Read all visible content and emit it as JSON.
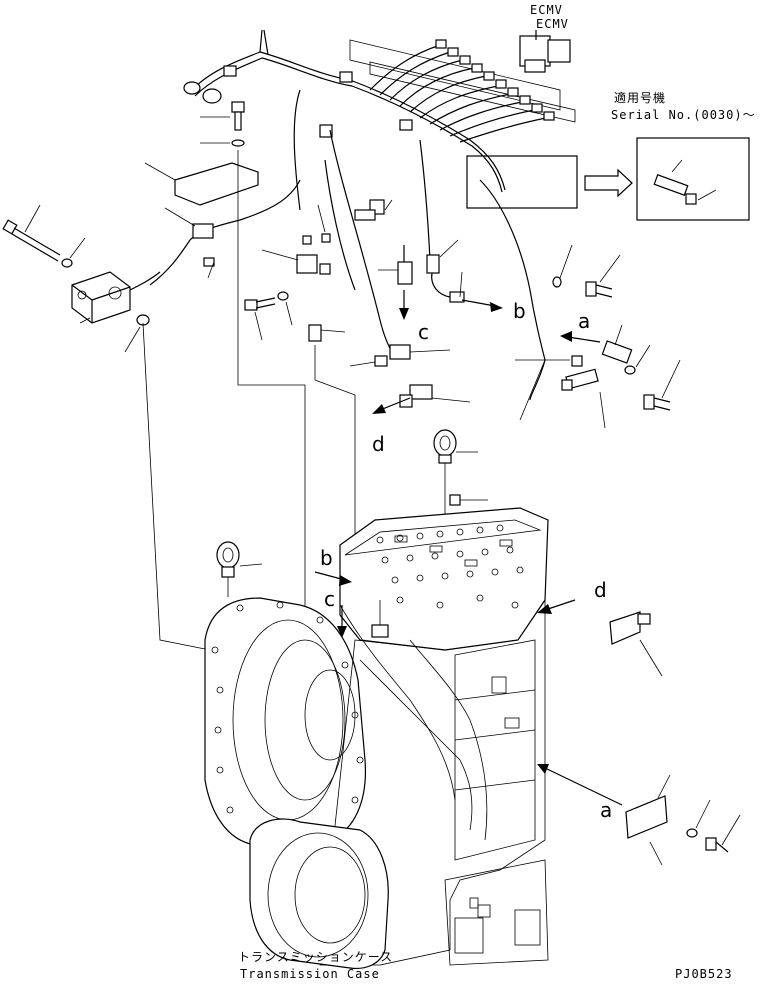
{
  "header": {
    "ecmv_line1": "ECMV",
    "ecmv_line2": "ECMV"
  },
  "serial_note": {
    "jp": "適用号機",
    "en": "Serial No.(0030)～"
  },
  "arrow_labels": {
    "a_upper": "a",
    "b_upper": "b",
    "c_upper": "c",
    "d_upper": "d",
    "b_lower": "b",
    "c_lower": "c",
    "d_lower": "d",
    "a_lower": "a"
  },
  "caption": {
    "jp": "トランスミッションケース",
    "en": "Transmission Case"
  },
  "drawing_code": "PJ0B523"
}
